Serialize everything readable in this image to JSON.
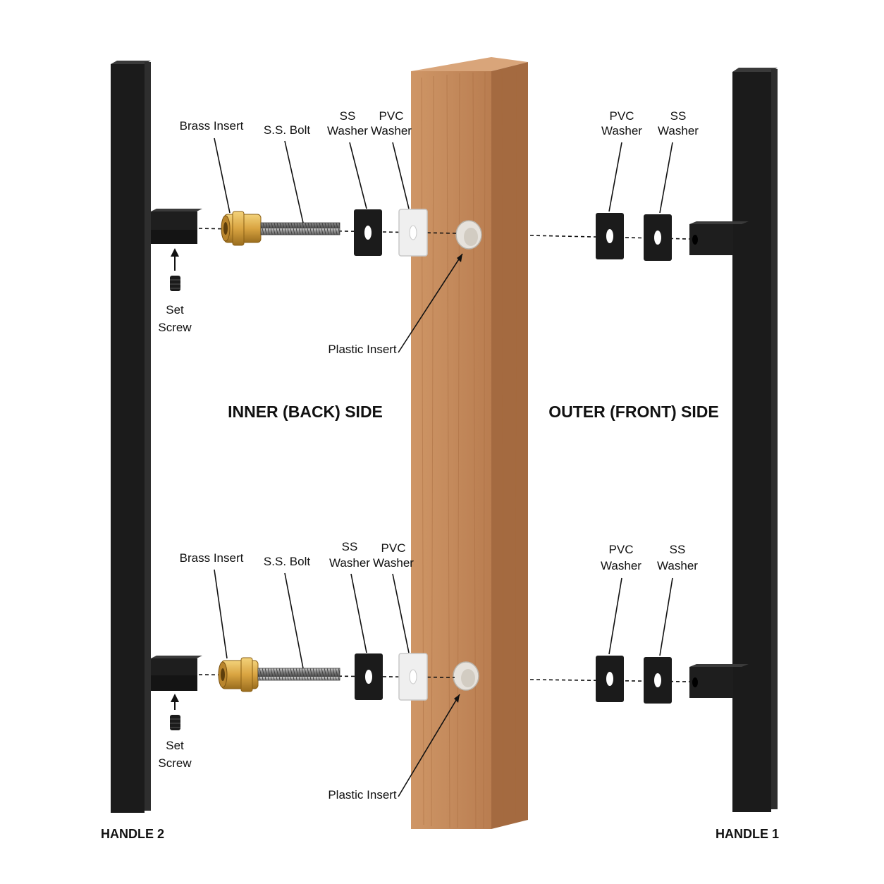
{
  "colors": {
    "handle_black": "#1b1b1b",
    "wood": "#c48a5c",
    "wood_side": "#a46a40",
    "brass": "#d9a441",
    "steel": "#8c8c8c",
    "pvc_white": "#efefef",
    "plastic_insert": "#e6e2dc"
  },
  "sides": {
    "inner": "INNER (BACK) SIDE",
    "outer": "OUTER (FRONT) SIDE"
  },
  "handles": {
    "left": "HANDLE 2",
    "right": "HANDLE 1"
  },
  "top_assembly": {
    "brass_insert": "Brass Insert",
    "ss_bolt": "S.S. Bolt",
    "inner_ss_washer": [
      "SS",
      "Washer"
    ],
    "inner_pvc_washer": [
      "PVC",
      "Washer"
    ],
    "set_screw": [
      "Set",
      "Screw"
    ],
    "plastic_insert": "Plastic Insert",
    "outer_pvc_washer": [
      "PVC",
      "Washer"
    ],
    "outer_ss_washer": [
      "SS",
      "Washer"
    ]
  },
  "bottom_assembly": {
    "brass_insert": "Brass Insert",
    "ss_bolt": "S.S. Bolt",
    "inner_ss_washer": [
      "SS",
      "Washer"
    ],
    "inner_pvc_washer": [
      "PVC",
      "Washer"
    ],
    "set_screw": [
      "Set",
      "Screw"
    ],
    "plastic_insert": "Plastic Insert",
    "outer_pvc_washer": [
      "PVC",
      "Washer"
    ],
    "outer_ss_washer": [
      "SS",
      "Washer"
    ]
  },
  "icons": {
    "arrow": "up-arrow-icon",
    "set_screw": "set-screw-icon"
  }
}
